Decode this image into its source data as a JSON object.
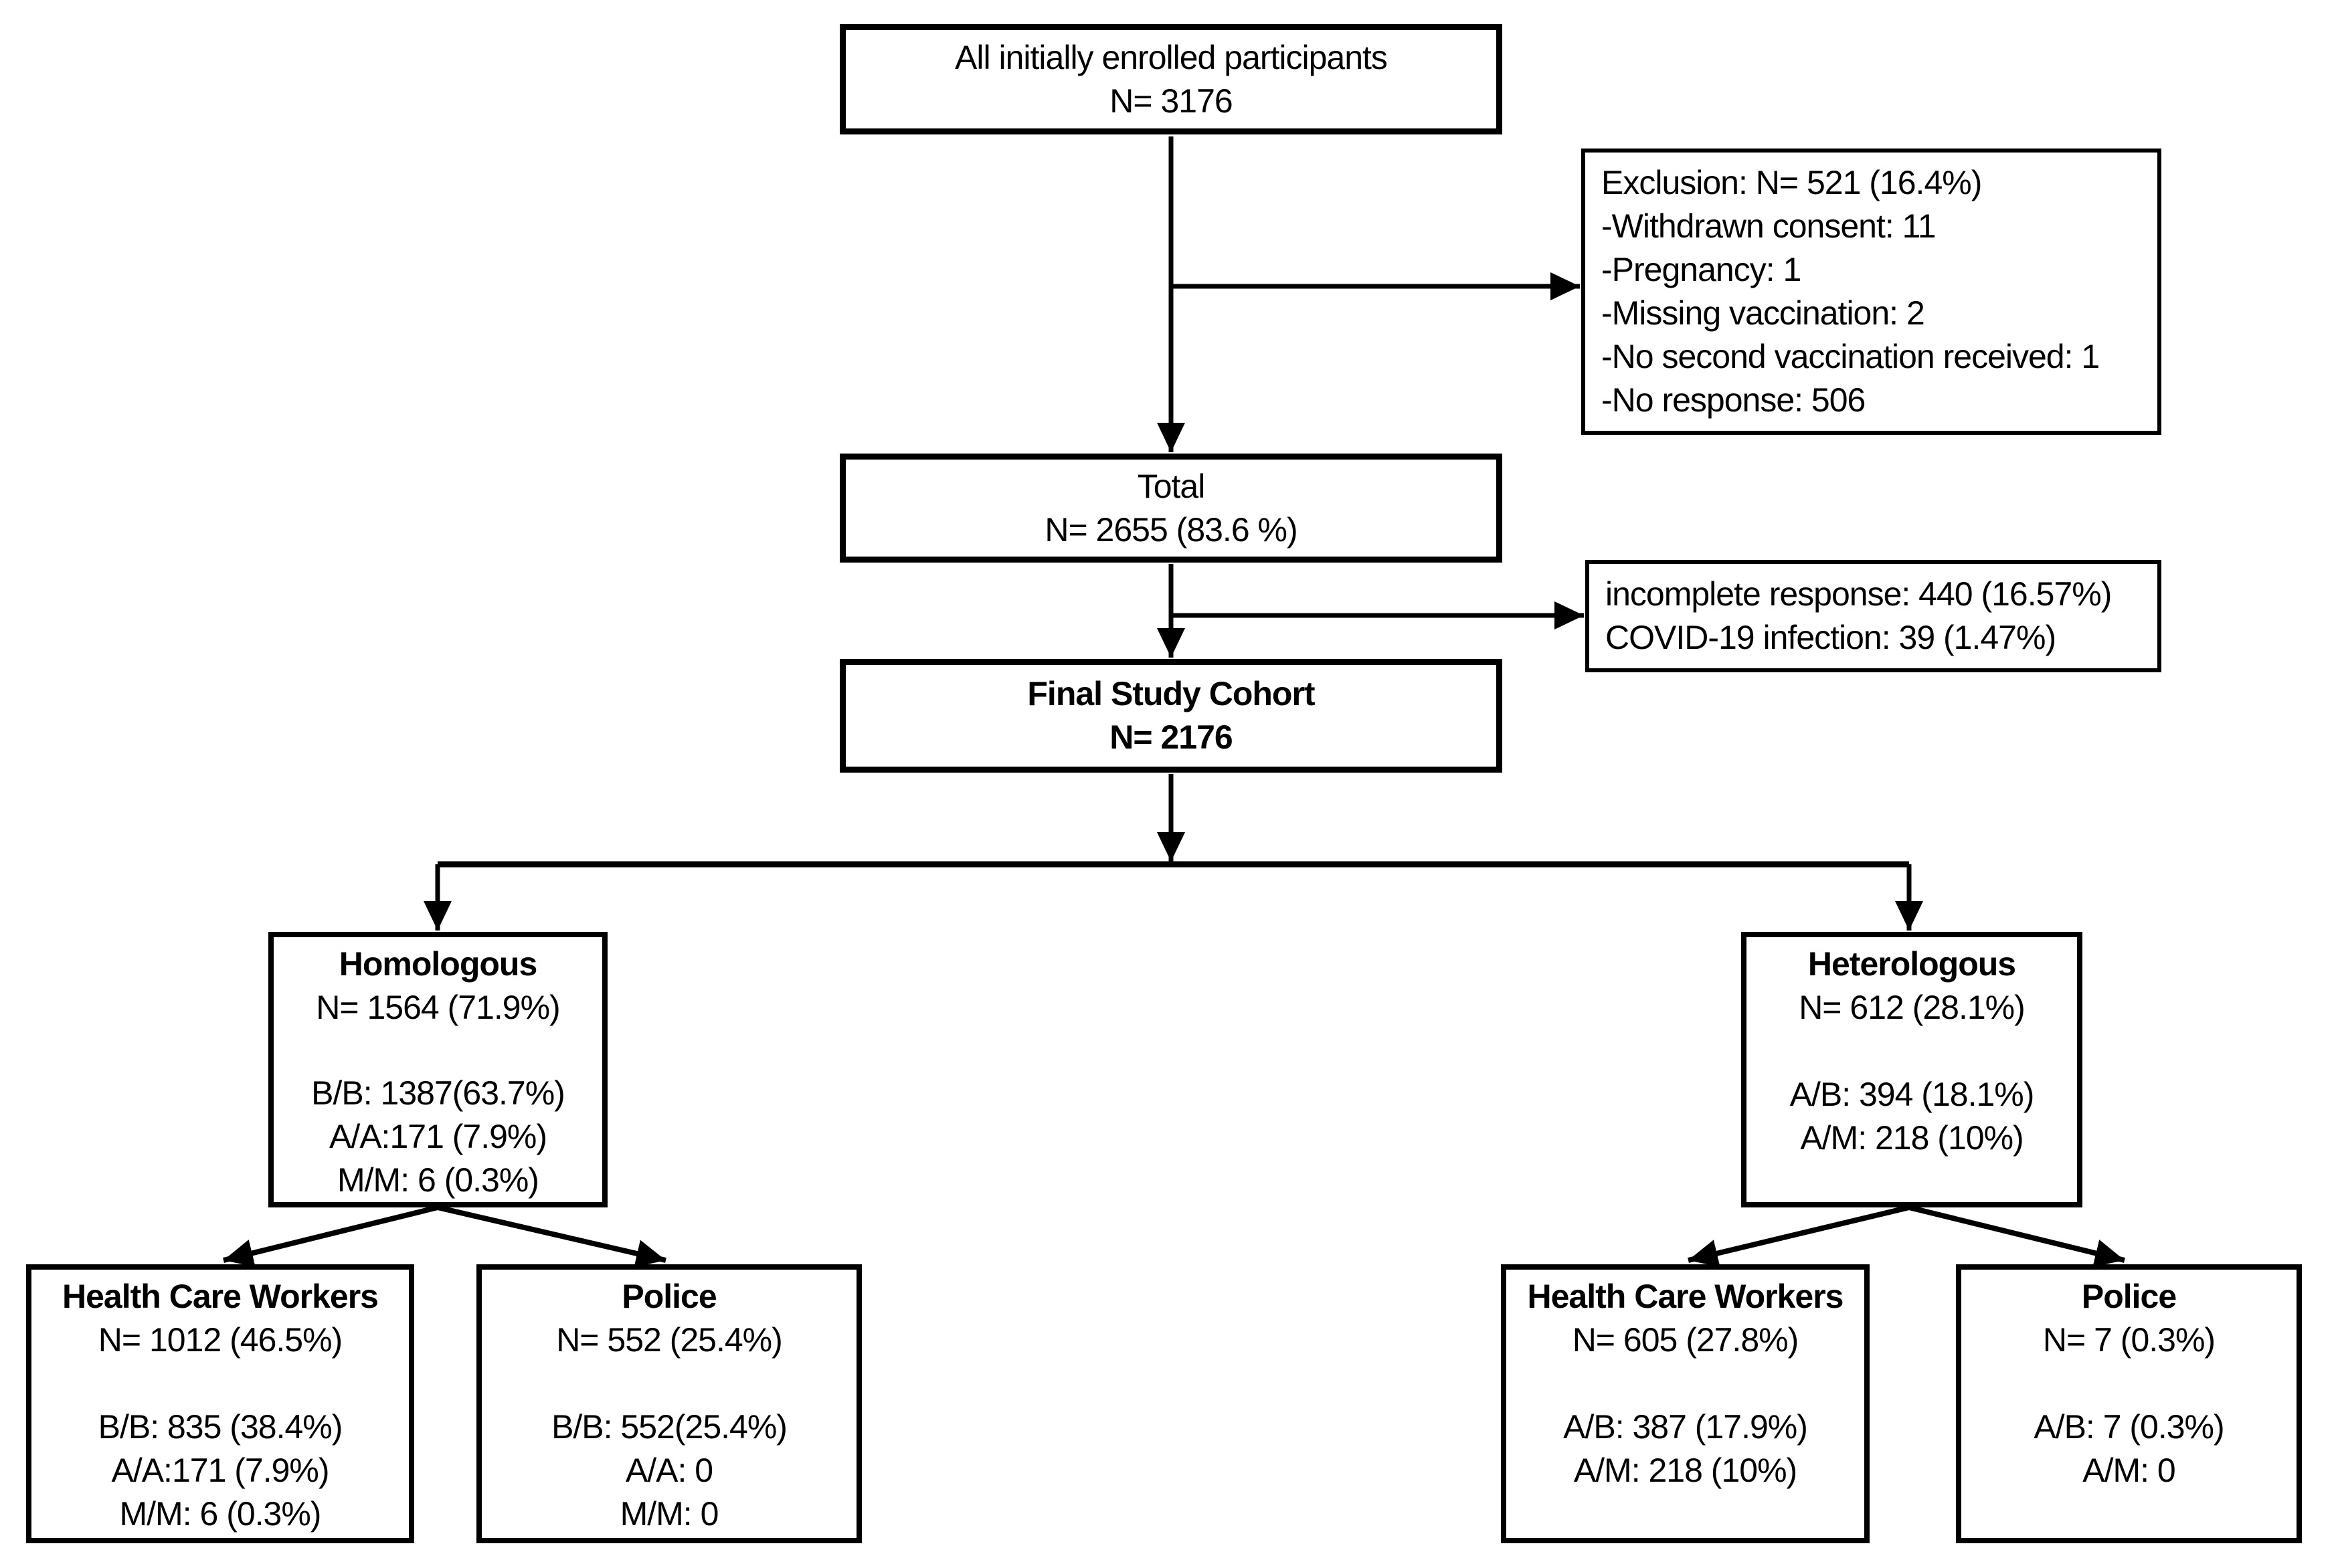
{
  "page": {
    "background_color": "#ffffff",
    "ink_color": "#000000",
    "kind": "study-enrollment-flowchart"
  },
  "flowchart": {
    "enrolled": {
      "title": "All initially enrolled participants",
      "n": "N= 3176"
    },
    "exclusion": {
      "lines": [
        "Exclusion: N= 521 (16.4%)",
        "-Withdrawn consent: 11",
        "-Pregnancy: 1",
        "-Missing vaccination: 2",
        "-No second vaccination received: 1",
        "-No response: 506"
      ]
    },
    "total": {
      "title": "Total",
      "n": "N= 2655 (83.6 %)"
    },
    "dropout": {
      "lines": [
        "incomplete response: 440 (16.57%)",
        "COVID-19 infection: 39 (1.47%)"
      ]
    },
    "final": {
      "title": "Final Study Cohort",
      "n": "N= 2176"
    },
    "homologous": {
      "title": "Homologous",
      "n": "N= 1564 (71.9%)",
      "rows": [
        "B/B: 1387(63.7%)",
        "A/A:171 (7.9%)",
        "M/M: 6 (0.3%)"
      ]
    },
    "heterologous": {
      "title": "Heterologous",
      "n": "N= 612 (28.1%)",
      "rows": [
        "A/B: 394 (18.1%)",
        "A/M: 218 (10%)"
      ]
    },
    "homologous_hcw": {
      "title": "Health Care Workers",
      "n": "N= 1012 (46.5%)",
      "rows": [
        "B/B: 835 (38.4%)",
        "A/A:171 (7.9%)",
        "M/M: 6 (0.3%)"
      ]
    },
    "homologous_police": {
      "title": "Police",
      "n": "N= 552 (25.4%)",
      "rows": [
        "B/B: 552(25.4%)",
        "A/A: 0",
        "M/M: 0"
      ]
    },
    "heterologous_hcw": {
      "title": "Health Care Workers",
      "n": "N= 605 (27.8%)",
      "rows": [
        "A/B: 387 (17.9%)",
        "A/M: 218 (10%)"
      ]
    },
    "heterologous_police": {
      "title": "Police",
      "n": "N= 7 (0.3%)",
      "rows": [
        "A/B: 7 (0.3%)",
        "A/M: 0"
      ]
    }
  }
}
